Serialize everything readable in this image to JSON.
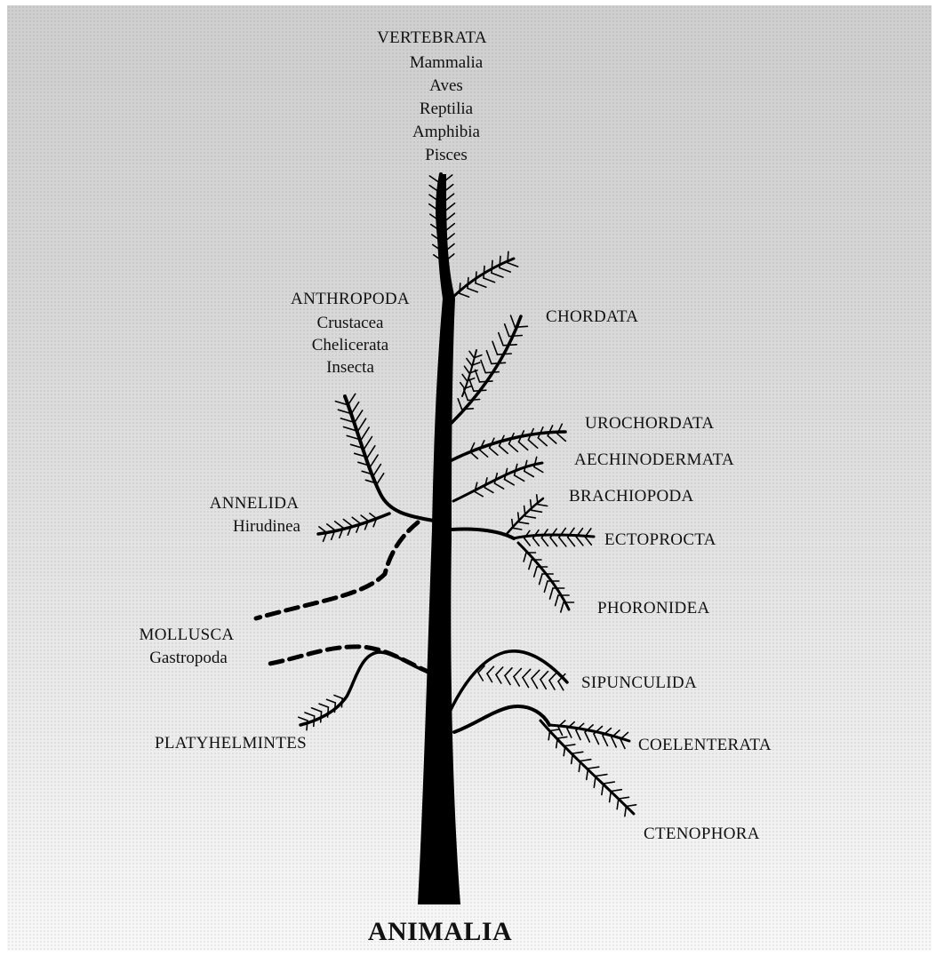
{
  "root": "ANIMALIA",
  "groups": {
    "vertebrata": {
      "name": "VERTEBRATA",
      "subgroups": [
        "Mammalia",
        "Aves",
        "Reptilia",
        "Amphibia",
        "Pisces"
      ]
    },
    "anthropoda": {
      "name": "ANTHROPODA",
      "subgroups": [
        "Crustacea",
        "Chelicerata",
        "Insecta"
      ]
    },
    "annelida": {
      "name": "ANNELIDA",
      "subgroups": [
        "Hirudinea"
      ]
    },
    "mollusca": {
      "name": "MOLLUSCA",
      "subgroups": [
        "Gastropoda"
      ]
    },
    "platyhelmintes": {
      "name": "PLATYHELMINTES"
    },
    "chordata": {
      "name": "CHORDATA"
    },
    "urochordata": {
      "name": "UROCHORDATA"
    },
    "aechinodermata": {
      "name": "AECHINODERMATA"
    },
    "brachiopoda": {
      "name": "BRACHIOPODA"
    },
    "ectoprocta": {
      "name": "ECTOPROCTA"
    },
    "phoronidea": {
      "name": "PHORONIDEA"
    },
    "sipunculida": {
      "name": "SIPUNCULIDA"
    },
    "coelenterata": {
      "name": "COELENTERATA"
    },
    "ctenophora": {
      "name": "CTENOPHORA"
    }
  }
}
